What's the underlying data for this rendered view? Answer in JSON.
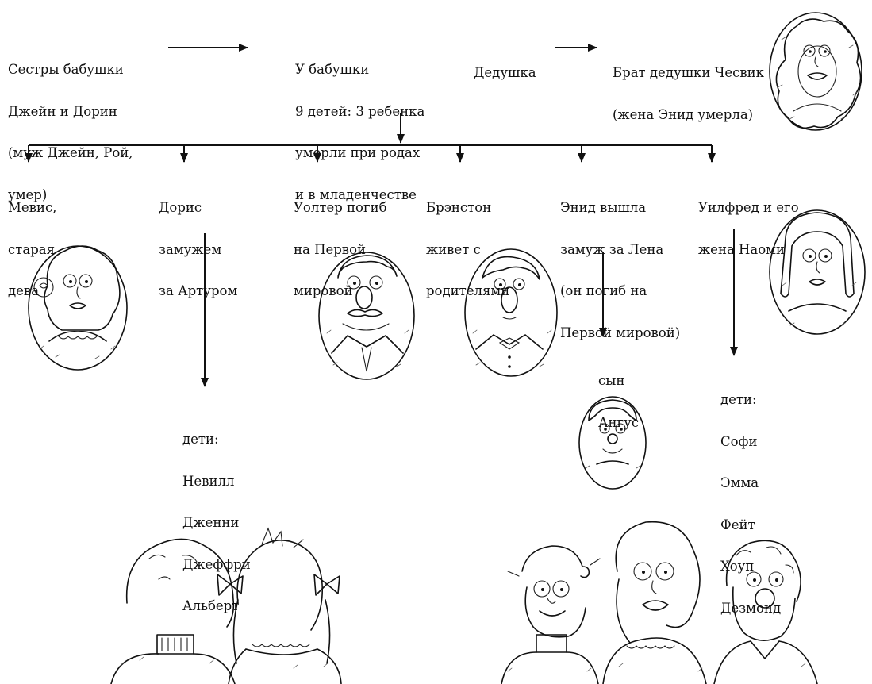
{
  "top_row": {
    "sisters": [
      "Сестры бабушки",
      "Джейн и Дорин",
      "(муж Джейн, Рой,",
      "умер)"
    ],
    "grandmother": [
      "У бабушки",
      "9 детей: 3 ребенка",
      "умерли при родах",
      "и в младенчестве"
    ],
    "grandfather": [
      "Дедушка"
    ],
    "grandfather_brother": [
      "Брат дедушки Чесвик",
      "(жена Энид умерла)"
    ]
  },
  "children": [
    {
      "id": "mavis",
      "lines": [
        "Мевис,",
        "старая",
        "дева"
      ]
    },
    {
      "id": "doris",
      "lines": [
        "Дорис",
        "замужем",
        "за Артуром"
      ]
    },
    {
      "id": "walter",
      "lines": [
        "Уолтер погиб",
        "на Первой",
        "мировой"
      ]
    },
    {
      "id": "branston",
      "lines": [
        "Брэнстон",
        "живет с",
        "родителями"
      ]
    },
    {
      "id": "enid",
      "lines": [
        "Энид вышла",
        "замуж за Лена",
        "(он погиб на",
        "Первой мировой)"
      ]
    },
    {
      "id": "wilfred",
      "lines": [
        "Уилфред и его",
        "жена Наоми"
      ]
    }
  ],
  "descendants": {
    "doris_kids": [
      "дети:",
      "Невилл",
      "Дженни",
      "Джеффри",
      "Альберт"
    ],
    "enid_son": [
      "сын",
      "Ангус"
    ],
    "wilfred_kids": [
      "дети:",
      "Софи",
      "Эмма",
      "Фейт",
      "Хоуп",
      "Дезмонд"
    ]
  },
  "icons": [
    "portrait-cheswick-wife-icon",
    "portrait-mavis-icon",
    "portrait-walter-icon",
    "portrait-branston-icon",
    "portrait-naomi-icon",
    "portrait-angus-icon",
    "back-view-children-icon",
    "three-children-group-icon"
  ]
}
